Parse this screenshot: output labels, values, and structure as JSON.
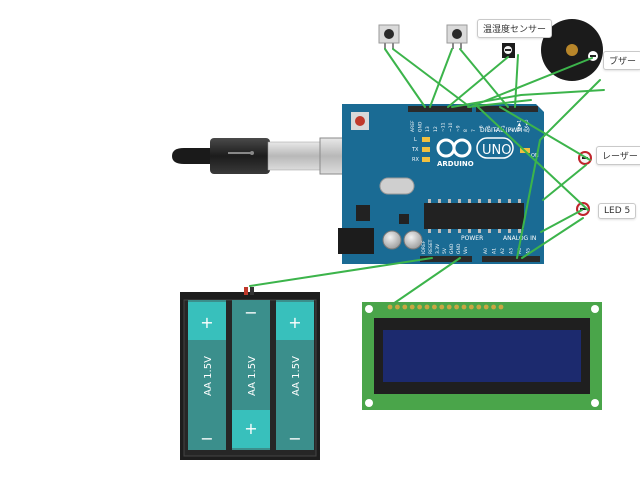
{
  "components": {
    "temp_sensor_label": "温湿度センサー",
    "buzzer_label": "ブザー",
    "laser_label": "レーザー",
    "led5_label": "LED 5"
  },
  "arduino": {
    "brand": "ARDUINO",
    "model": "UNO",
    "digital_label": "DIGITAL (PWM~)",
    "power_label": "POWER",
    "analog_label": "ANALOG IN",
    "led_l": "L",
    "led_tx": "TX",
    "led_rx": "RX",
    "on_label": "ON",
    "digital_pins": [
      "AREF",
      "GND",
      "13",
      "12",
      "~11",
      "~10",
      "~9",
      "8",
      "7",
      "~6",
      "~5",
      "4",
      "~3",
      "2",
      "TX▶1",
      "RX◀0"
    ],
    "power_pins": [
      "IOREF",
      "RESET",
      "3.3V",
      "5V",
      "GND",
      "GND",
      "Vin"
    ],
    "analog_pins": [
      "A0",
      "A1",
      "A2",
      "A3",
      "A4",
      "A5"
    ]
  },
  "battery": {
    "cells": [
      {
        "label": "AA 1.5V",
        "top": "+",
        "bottom": "−"
      },
      {
        "label": "AA 1.5V",
        "top": "−",
        "bottom": "+"
      },
      {
        "label": "AA 1.5V",
        "top": "+",
        "bottom": "−"
      }
    ]
  },
  "colors": {
    "board": "#1a6b94",
    "wire": "#3cb44b",
    "battery_cell": "#3b8f8c",
    "battery_cap": "#38c0bc",
    "lcd_pcb": "#4aa54a",
    "lcd_screen": "#1c2a6e",
    "led_red": "#c0232b"
  }
}
